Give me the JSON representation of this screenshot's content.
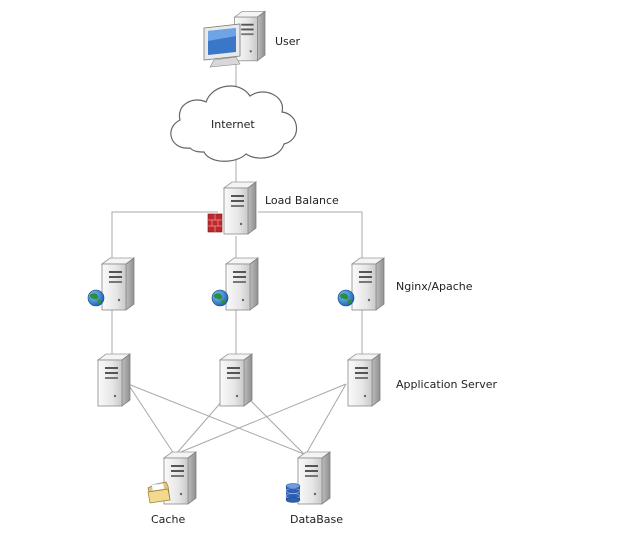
{
  "labels": {
    "user": "User",
    "internet": "Internet",
    "load_balance": "Load Balance",
    "web_tier": "Nginx/Apache",
    "app_tier": "Application Server",
    "cache": "Cache",
    "database": "DataBase"
  },
  "colors": {
    "line": "#a8a8a8",
    "server_body": "#eeeeee",
    "server_front": "#d2d2d2",
    "firewall": "#c0282b",
    "globe": "#2b8f3c",
    "database_icon": "#2f5fb0",
    "folder": "#e3c77a",
    "cloud_fill": "#ffffff",
    "cloud_stroke": "#666666"
  },
  "icons": {
    "user": "desktop-computer-icon",
    "internet": "cloud-icon",
    "load_balance": "server-with-firewall-icon",
    "web_tier": "server-with-globe-icon",
    "app_tier": "server-icon",
    "cache": "server-with-folder-icon",
    "database": "server-with-database-icon"
  }
}
